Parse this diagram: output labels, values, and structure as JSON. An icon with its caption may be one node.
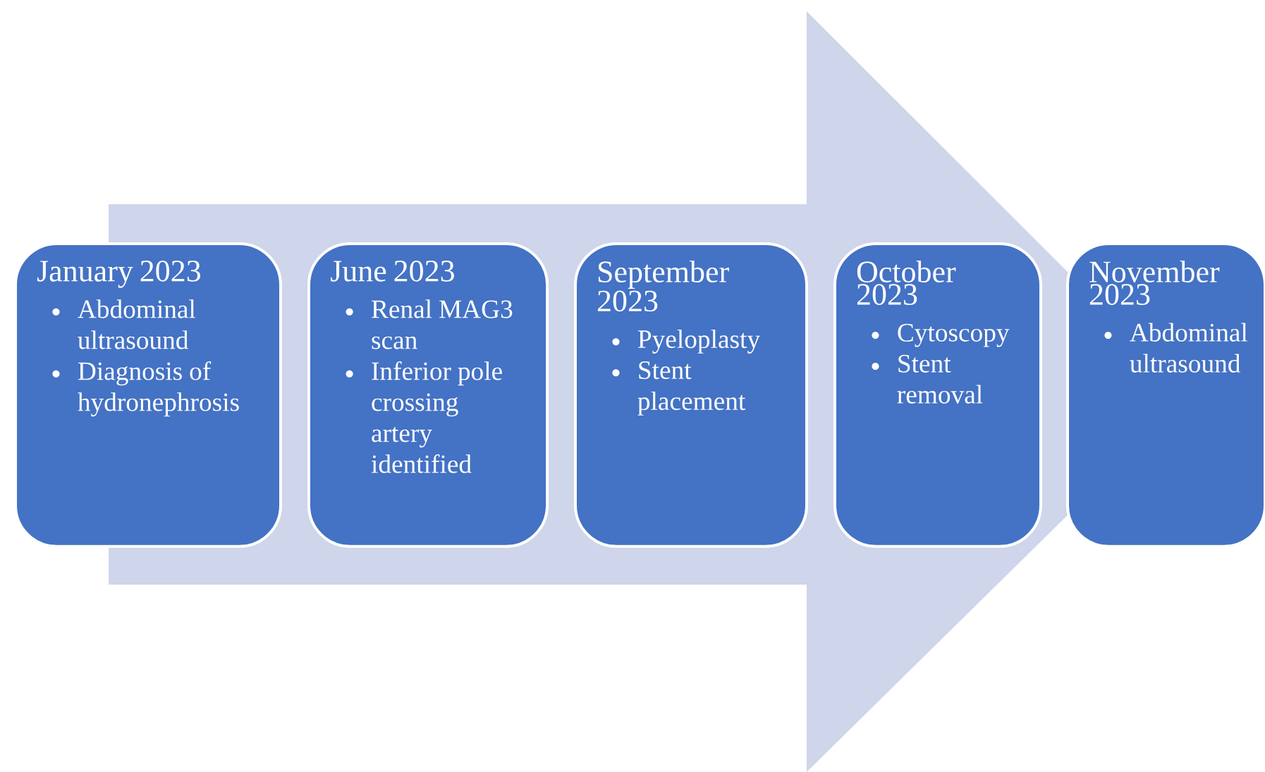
{
  "diagram": {
    "nodes": [
      {
        "text": [
          "January 2023",
          "Abdominal ultrasound",
          "Diagnosis of hydronephrosis"
        ]
      },
      {
        "text": [
          "June 2023",
          "Renal MAG3 scan",
          "Inferior pole crossing artery identified"
        ]
      },
      {
        "text": [
          "September 2023",
          "Pyeloplasty",
          "Stent placement"
        ]
      },
      {
        "text": [
          "October 2023",
          "Cytoscopy",
          "Stent removal"
        ]
      },
      {
        "text": [
          "November 2023",
          "Abdominal ultrasound"
        ]
      }
    ],
    "edges": [
      {
        "from": 0,
        "to": 4,
        "arrow": "to"
      }
    ]
  }
}
